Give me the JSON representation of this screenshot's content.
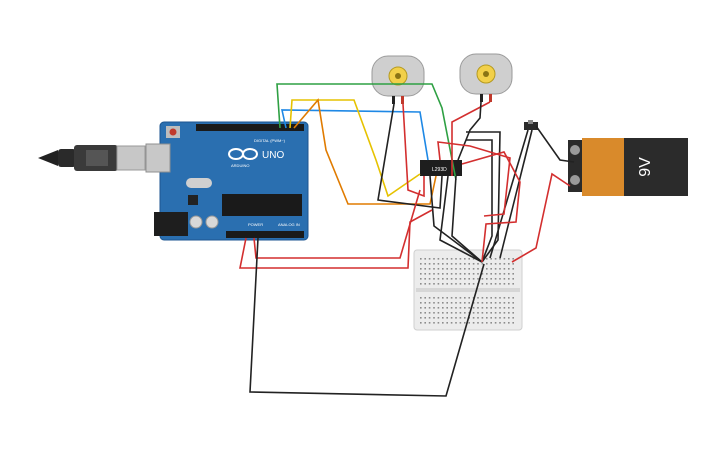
{
  "arduino": {
    "logo_text": "UNO",
    "brand_text": "ARDUINO",
    "digital_label": "DIGITAL (PWM~)",
    "power_label": "POWER",
    "analog_label": "ANALOG IN",
    "colors": {
      "board": "#2a6fb0",
      "header": "#1a1a1a"
    }
  },
  "driver_chip": {
    "label": "L293D"
  },
  "battery": {
    "label": "9V",
    "colors": {
      "body": "#2b2b2b",
      "cap": "#d98a2b"
    }
  },
  "motors": [
    {
      "name": "motor-left"
    },
    {
      "name": "motor-right"
    }
  ],
  "breadboard": {
    "name": "mini-breadboard"
  },
  "wire_colors": {
    "green": "#2ea043",
    "red": "#d32f2f",
    "orange": "#e07b00",
    "yellow": "#e6c200",
    "blue": "#1e88e5",
    "black": "#222222"
  }
}
